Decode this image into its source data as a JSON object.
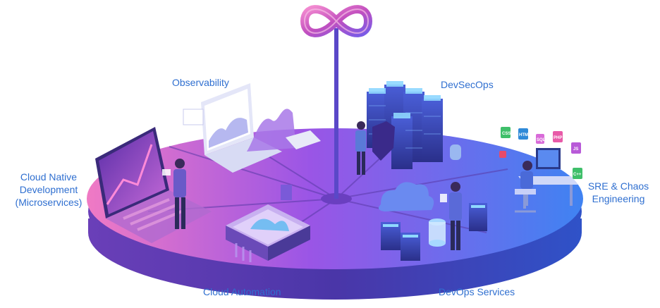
{
  "labels": {
    "observability": "Observability",
    "devsecops": "DevSecOps",
    "cloud_native": [
      "Cloud Native",
      "Development",
      "(Microservices)"
    ],
    "sre": [
      "SRE & Chaos",
      "Engineering"
    ],
    "cloud_automation": "Cloud Automation",
    "devops_services": "DevOps Services"
  },
  "floating_icons": [
    "CSS",
    "HTML",
    "PHP",
    "JS",
    "SQL",
    "C++"
  ],
  "colors": {
    "label_text": "#2f6fd0",
    "platform_left": "#e96fc8",
    "platform_mid": "#8a4fe0",
    "platform_right": "#3d7bf0",
    "infinity": "#d94fb0"
  }
}
